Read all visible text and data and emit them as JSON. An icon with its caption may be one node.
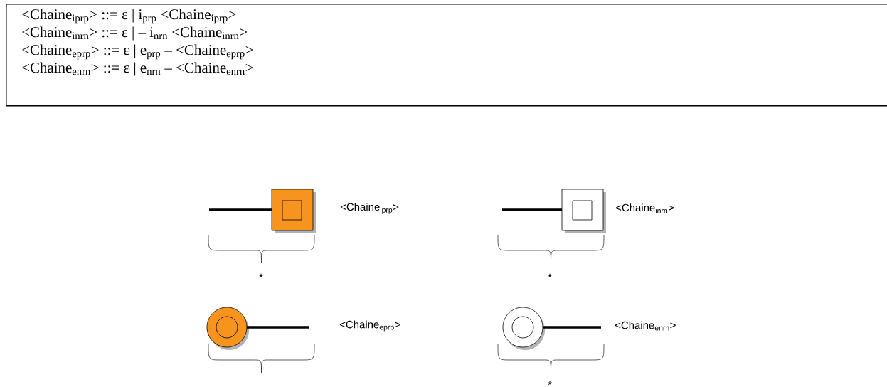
{
  "diagram": {
    "nodes": [
      {
        "text": [
          "<Chaine$_{iprp}$> ::= ε | i$_{prp}$ <Chaine$_{iprp}$>",
          "<Chaine$_{inrn}$> ::= ε | – i$_{nrn}$ <Chaine$_{inrn}$>",
          "<Chaine$_{eprp}$> ::= ε | e$_{prp}$ – <Chaine$_{eprp}$>",
          "<Chaine$_{enrn}$> ::= ε | e$_{nrn}$ – <Chaine$_{enrn}$>"
        ]
      }
    ],
    "labels": [
      "<Chaine$_{iprp}$>",
      "<Chaine$_{inrn}$>",
      "*",
      "*",
      "<Chaine$_{eprp}$>",
      "<Chaine$_{enrn}$>",
      "*"
    ]
  }
}
